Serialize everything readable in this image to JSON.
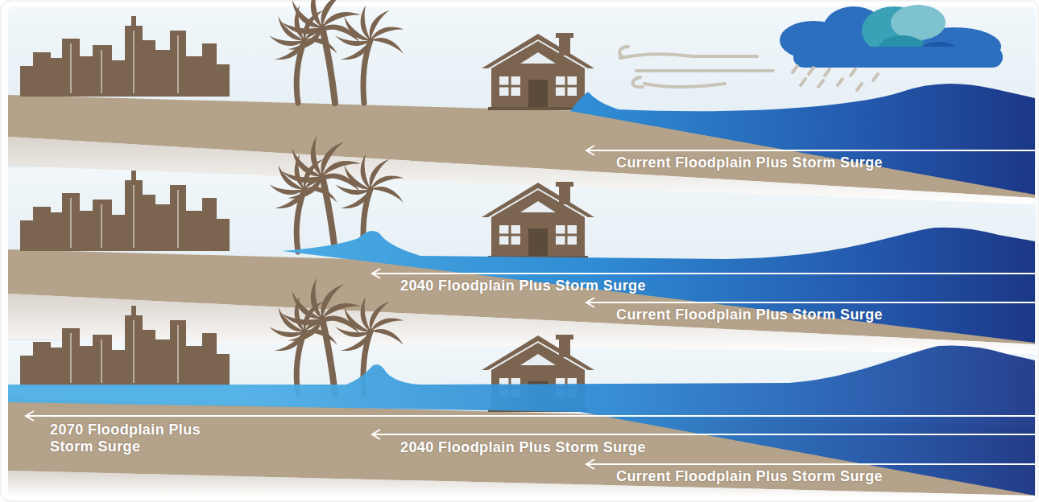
{
  "diagram": {
    "labels": [
      "Current Floodplain Plus Storm Surge",
      "2040 Floodplain Plus Storm Surge",
      "Current Floodplain Plus Storm Surge",
      "2070 Floodplain Plus Storm Surge",
      "2040 Floodplain Plus Storm Surge",
      "Current Floodplain Plus Storm Surge"
    ]
  }
}
